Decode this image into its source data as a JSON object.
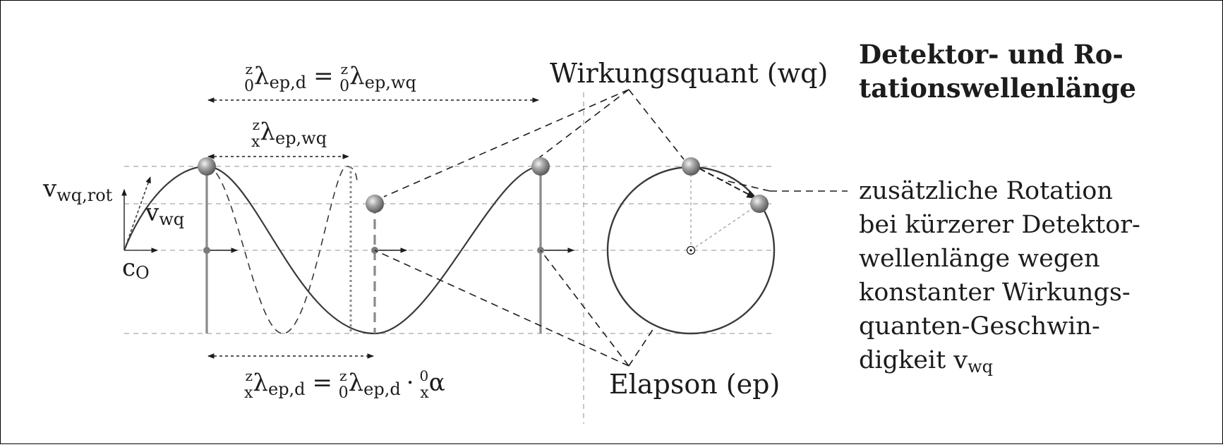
{
  "title": {
    "line1": "Detektor- und Ro-",
    "line2": "tationswellenlänge"
  },
  "labels": {
    "wirkungsquant": "Wirkungsquant (wq)",
    "elapson": "Elapson (ep)"
  },
  "formulas": {
    "top": {
      "sup1": "z",
      "sub1": "0",
      "lambda": "λ",
      "sub_a": "ep,d",
      "eq": "=",
      "sup2": "z",
      "sub2": "0",
      "sub_b": "ep,wq"
    },
    "middle": {
      "sup": "z",
      "sub": "x",
      "lambda": "λ",
      "sub_a": "ep,wq"
    },
    "bottom": {
      "sup1": "z",
      "sub1": "x",
      "lambda": "λ",
      "sub_a": "ep,d",
      "eq": "=",
      "sup2": "z",
      "sub2": "0",
      "sub_b": "ep,d",
      "dot": "·",
      "sup3": "0",
      "sub3": "x",
      "alpha": "α"
    }
  },
  "vectors": {
    "v_rot_main": "v",
    "v_rot_sub": "wq,rot",
    "v_wq_main": "v",
    "v_wq_sub": "wq",
    "c_main": "c",
    "c_sub": "O"
  },
  "description": {
    "lines": [
      "zusätzliche Rotation",
      "bei kürzerer Detektor-",
      "wellenlänge wegen",
      "konstanter Wirkungs-",
      "quanten-Geschwin-",
      "digkeit v"
    ],
    "last_sub": "wq"
  },
  "colors": {
    "ink": "#1c1c1c",
    "curve": "#3a3a3a",
    "guide": "#a8a8a8",
    "rod": "#8a8a8a",
    "ball": "#9a9a9a"
  }
}
